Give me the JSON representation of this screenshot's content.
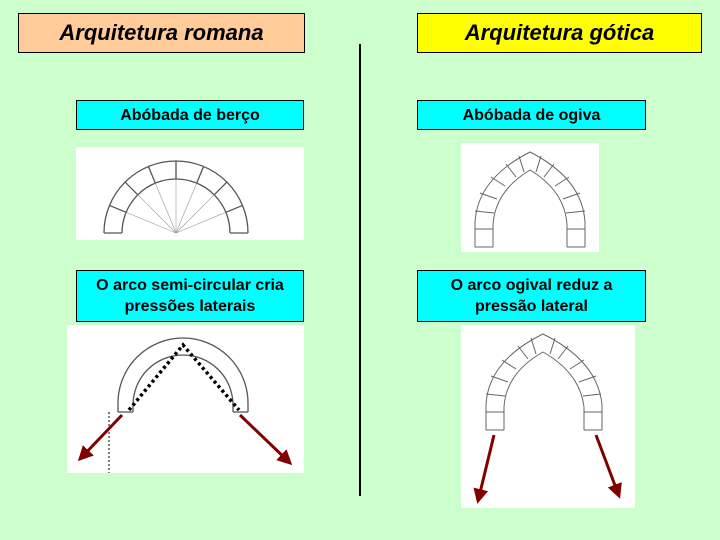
{
  "left_column": {
    "title": "Arquitetura romana",
    "vault_label": "Abóbada de berço",
    "arch_caption_line1": "O arco semi-circular cria",
    "arch_caption_line2": "pressões laterais"
  },
  "right_column": {
    "title": "Arquitetura gótica",
    "vault_label": "Abóbada de ogiva",
    "arch_caption_line1": "O arco ogival reduz a",
    "arch_caption_line2": "pressão lateral"
  },
  "colors": {
    "background": "#ccffcc",
    "roman_title_fill": "#ffcc99",
    "gothic_title_fill": "#ffff00",
    "label_fill": "#00ffff",
    "force_arrow": "#800000"
  }
}
